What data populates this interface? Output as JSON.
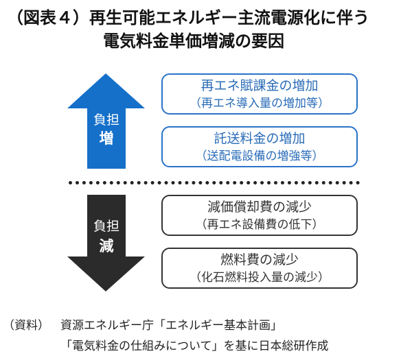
{
  "title": {
    "line1": "（図表４）再生可能エネルギー主流電源化に伴う",
    "line2": "電気料金単価増減の要因"
  },
  "up_arrow": {
    "line1": "負担",
    "line2": "増",
    "color": "#1570c9"
  },
  "down_arrow": {
    "line1": "負担",
    "line2": "減",
    "color": "#2b2b2b"
  },
  "boxes": [
    {
      "main": "再エネ賦課金の増加",
      "sub": "（再エネ導入量の増加等）"
    },
    {
      "main": "託送料金の増加",
      "sub": "（送配電設備の増強等）"
    },
    {
      "main": "減価償却費の減少",
      "sub": "（再エネ設備費の低下）"
    },
    {
      "main": "燃料費の減少",
      "sub": "（化石燃料投入量の減少）"
    }
  ],
  "source": {
    "label": "（資料）",
    "line1": "資源エネルギー庁「エネルギー基本計画」",
    "line2": "「電気料金の仕組みについて」を基に日本総研作成"
  }
}
